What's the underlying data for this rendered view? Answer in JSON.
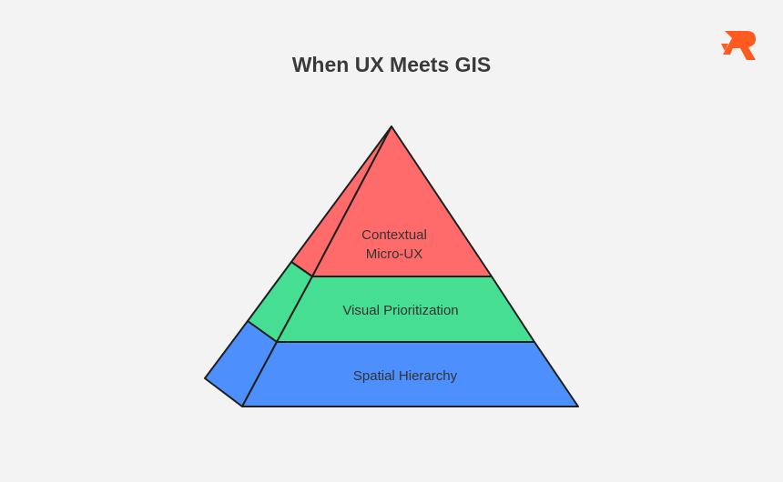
{
  "title": "When UX Meets GIS",
  "logo": {
    "icon": "brand-logo-icon",
    "color": "#ff5a1f"
  },
  "layers": [
    {
      "name": "top",
      "lines": [
        "Contextual",
        "Micro-UX"
      ],
      "color": "#ff6b6b"
    },
    {
      "name": "middle",
      "lines": [
        "Visual Prioritization"
      ],
      "color": "#46de93"
    },
    {
      "name": "base",
      "lines": [
        "Spatial Hierarchy"
      ],
      "color": "#4d8ffc"
    }
  ],
  "outline_color": "#1f1f1f"
}
